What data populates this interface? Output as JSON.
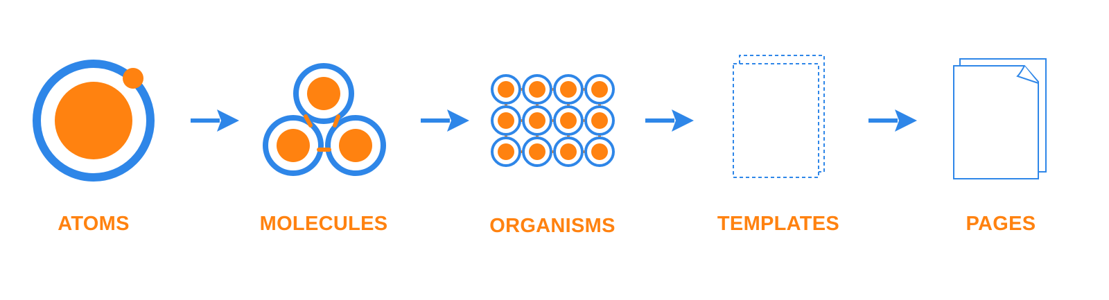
{
  "colors": {
    "blue": "#2e86e8",
    "orange": "#ff8210"
  },
  "stages": [
    {
      "label": "ATOMS",
      "icon": "atom-icon"
    },
    {
      "label": "MOLECULES",
      "icon": "molecule-icon"
    },
    {
      "label": "ORGANISMS",
      "icon": "organism-grid-icon"
    },
    {
      "label": "TEMPLATES",
      "icon": "dashed-pages-icon"
    },
    {
      "label": "PAGES",
      "icon": "pages-icon"
    }
  ],
  "arrows": [
    "arrow-right-icon",
    "arrow-right-icon",
    "arrow-right-icon",
    "arrow-right-icon"
  ]
}
